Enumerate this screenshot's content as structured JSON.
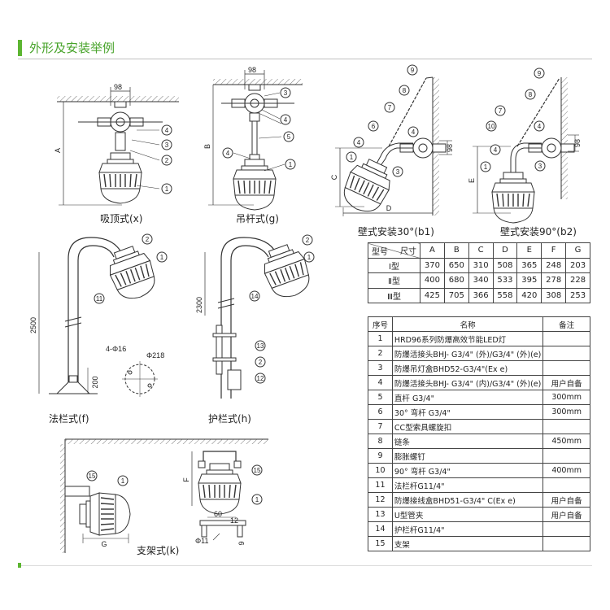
{
  "header": {
    "title": "外形及安装举例"
  },
  "captions": {
    "ceiling": "吸顶式(x)",
    "pendant": "吊杆式(g)",
    "wall30": "壁式安装30°(b1)",
    "wall90": "壁式安装90°(b2)",
    "flange": "法栏式(f)",
    "guard": "护栏式(h)",
    "bracket": "支架式(k)"
  },
  "dimensions": {
    "d98": "98",
    "A": "A",
    "B": "B",
    "C": "C",
    "D": "D",
    "E": "E",
    "F": "F",
    "G": "G",
    "h2500": "2500",
    "h2300": "2300",
    "h200": "200",
    "holes": "4-Φ16",
    "phi218": "Φ218",
    "d60": "60",
    "d12": "12",
    "d9": "9",
    "phi11": "Φ11"
  },
  "callouts": {
    "c1": "1",
    "c2": "2",
    "c3": "3",
    "c4": "4",
    "c5": "5",
    "c6": "6",
    "c7": "7",
    "c8": "8",
    "c9": "9",
    "c10": "10",
    "c11": "11",
    "c12": "12",
    "c13": "13",
    "c14": "14",
    "c15": "15"
  },
  "size_table": {
    "corner_top": "尺寸",
    "corner_bottom": "型号",
    "columns": [
      "A",
      "B",
      "C",
      "D",
      "E",
      "F",
      "G"
    ],
    "rows": [
      {
        "model": "Ⅰ型",
        "values": [
          "370",
          "650",
          "310",
          "508",
          "365",
          "248",
          "203"
        ]
      },
      {
        "model": "Ⅱ型",
        "values": [
          "400",
          "680",
          "340",
          "533",
          "395",
          "278",
          "228"
        ]
      },
      {
        "model": "Ⅲ型",
        "values": [
          "425",
          "705",
          "366",
          "558",
          "420",
          "308",
          "253"
        ]
      }
    ]
  },
  "parts_table": {
    "headers": [
      "序号",
      "名称",
      "备注"
    ],
    "rows": [
      {
        "no": "1",
        "name": "HRD96系列防爆高效节能LED灯",
        "note": ""
      },
      {
        "no": "2",
        "name": "防爆活接头BHJ- G3/4\" (外)/G3/4\" (外)(e)",
        "note": ""
      },
      {
        "no": "3",
        "name": "防爆吊灯盒BHD52-G3/4\"(Ex e)",
        "note": ""
      },
      {
        "no": "4",
        "name": "防爆活接头BHJ- G3/4\" (内)/G3/4\" (外)(e)",
        "note": "用户自备"
      },
      {
        "no": "5",
        "name": "直杆 G3/4\"",
        "note": "300mm"
      },
      {
        "no": "6",
        "name": "30° 弯杆 G3/4\"",
        "note": "300mm"
      },
      {
        "no": "7",
        "name": "CC型索具螺旋扣",
        "note": ""
      },
      {
        "no": "8",
        "name": "链条",
        "note": "450mm"
      },
      {
        "no": "9",
        "name": "膨胀螺钉",
        "note": ""
      },
      {
        "no": "10",
        "name": "90° 弯杆 G3/4\"",
        "note": "400mm"
      },
      {
        "no": "11",
        "name": "法栏杆G11/4\"",
        "note": ""
      },
      {
        "no": "12",
        "name": "防爆接线盒BHD51-G3/4\" C(Ex e)",
        "note": "用户自备"
      },
      {
        "no": "13",
        "name": "U型管夹",
        "note": "用户自备"
      },
      {
        "no": "14",
        "name": "护栏杆G11/4\"",
        "note": ""
      },
      {
        "no": "15",
        "name": "支架",
        "note": ""
      }
    ]
  }
}
